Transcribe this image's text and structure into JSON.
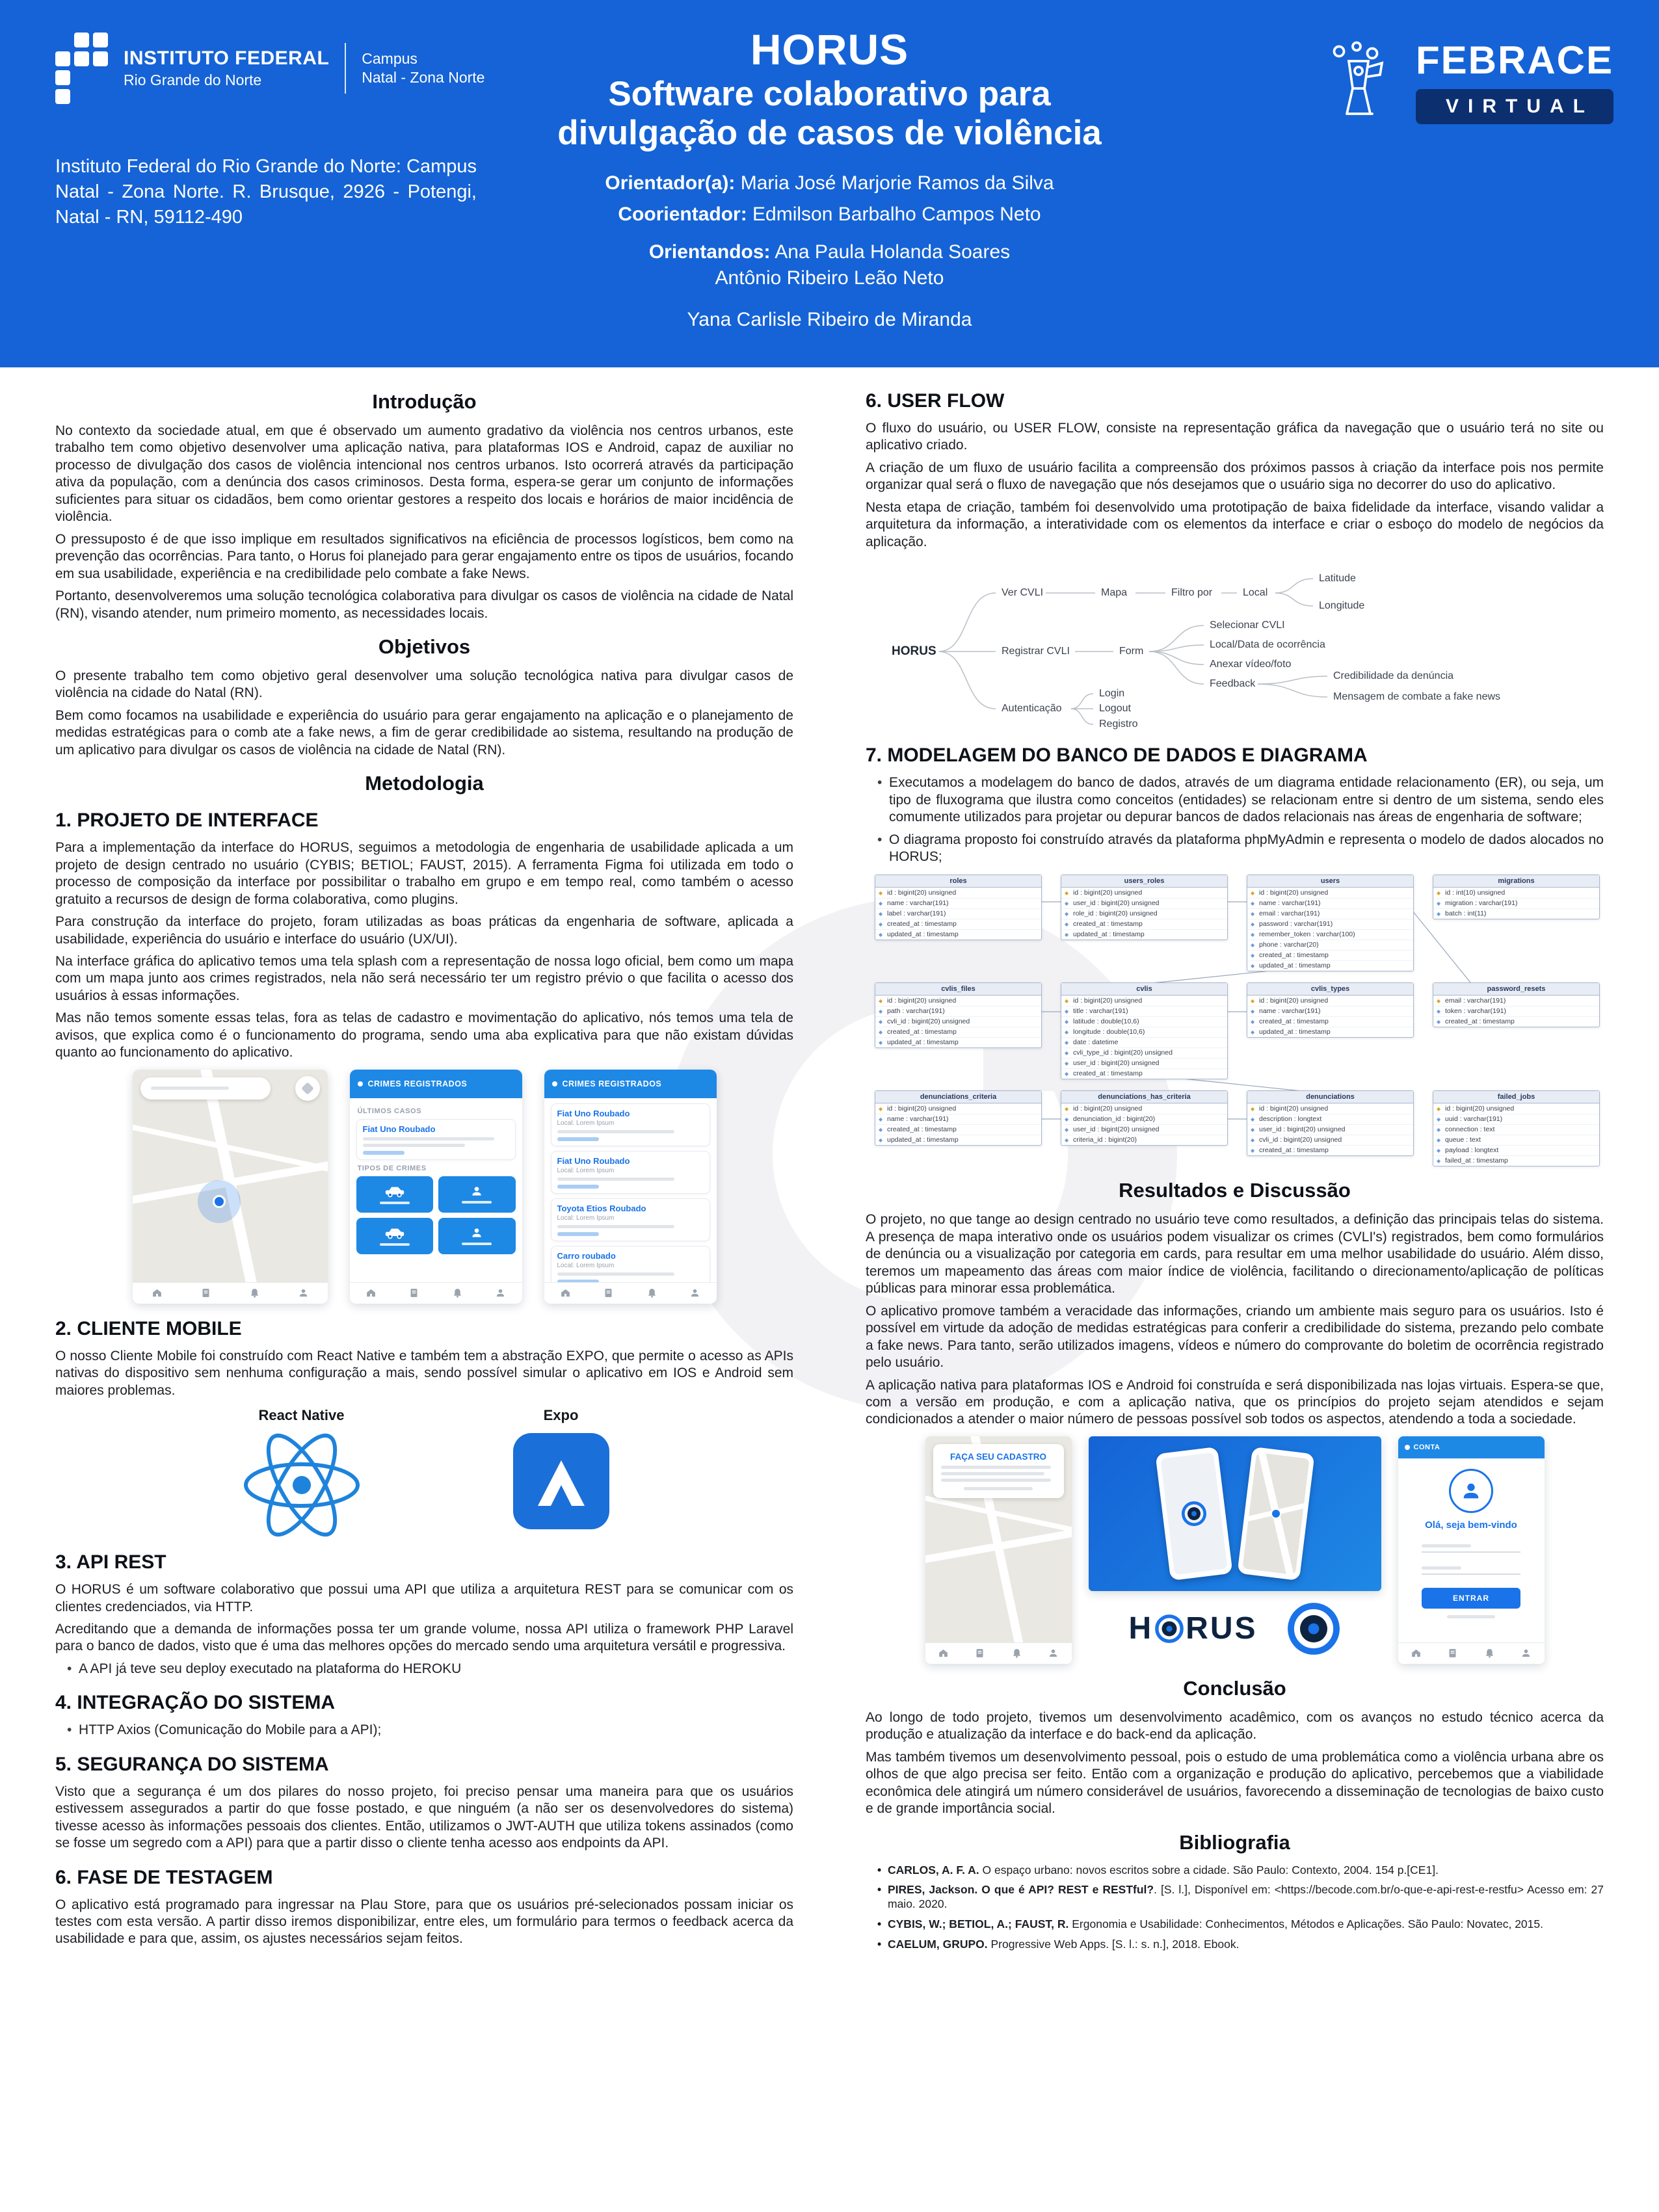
{
  "colors": {
    "header_blue": "#1563d6",
    "accent_blue": "#1a73e8",
    "panel_blue": "#1e88e5",
    "navy_box": "#0c2f70",
    "brand_dark": "#0e2340"
  },
  "header": {
    "logo": {
      "line1": "INSTITUTO FEDERAL",
      "line2": "Rio Grande do Norte",
      "campus_line1": "Campus",
      "campus_line2": "Natal - Zona Norte"
    },
    "address": "Instituto Federal do Rio Grande do Norte: Campus Natal - Zona Norte. R. Brusque, 2926 - Potengi, Natal - RN, 59112-490",
    "title": "HORUS",
    "subtitle_line1": "Software colaborativo para",
    "subtitle_line2": "divulgação de casos de violência",
    "advisor_label": "Orientador(a):",
    "advisor": "Maria José Marjorie Ramos da Silva",
    "coadvisor_label": "Coorientador:",
    "coadvisor": "Edmilson Barbalho Campos Neto",
    "students_label": "Orientandos:",
    "students": [
      "Ana Paula Holanda Soares",
      "Antônio Ribeiro Leão Neto",
      "Yana Carlisle Ribeiro de Miranda"
    ],
    "febrace": {
      "name": "FEBRACE",
      "sub": "VIRTUAL"
    }
  },
  "left": {
    "intro": {
      "title": "Introdução",
      "paragraphs": [
        "No contexto da sociedade atual, em que é observado um aumento gradativo da violência nos centros urbanos, este trabalho tem como objetivo desenvolver uma aplicação nativa, para plataformas IOS e Android, capaz de auxiliar no processo de divulgação dos casos de violência intencional nos centros urbanos. Isto ocorrerá através da participação ativa da população, com a denúncia dos casos criminosos. Desta forma, espera-se gerar um conjunto de informações suficientes para situar os cidadãos, bem como orientar gestores a respeito dos locais e horários de maior incidência de violência.",
        "O pressuposto é de que isso implique em resultados significativos na eficiência de processos logísticos, bem como na prevenção das ocorrências. Para tanto, o Horus foi planejado para gerar engajamento entre os tipos de usuários, focando em sua usabilidade, experiência e na credibilidade pelo combate a fake News.",
        "Portanto, desenvolveremos uma solução tecnológica colaborativa para divulgar os casos de violência na cidade de Natal (RN), visando atender, num primeiro momento, as necessidades locais."
      ]
    },
    "objetivos": {
      "title": "Objetivos",
      "paragraphs": [
        "O presente trabalho tem como objetivo geral desenvolver uma solução tecnológica nativa para divulgar casos de violência na cidade do Natal (RN).",
        "Bem como focamos na usabilidade e experiência do usuário para gerar engajamento na aplicação e o planejamento de medidas estratégicas para o comb ate a fake news, a fim de gerar credibilidade ao sistema, resultando na produção de um aplicativo para divulgar os casos de violência na cidade de Natal (RN)."
      ]
    },
    "metodologia_title": "Metodologia",
    "interface": {
      "title": "1. PROJETO DE INTERFACE",
      "paragraphs": [
        "Para a implementação da interface do HORUS, seguimos a metodologia de engenharia de usabilidade aplicada a um projeto de design centrado no usuário (CYBIS; BETIOL; FAUST, 2015). A ferramenta Figma foi utilizada em todo o processo de composição da interface por possibilitar o trabalho em grupo e em tempo real, como também o acesso gratuito a recursos de design de forma colaborativa, como plugins.",
        "Para construção da interface do projeto, foram utilizadas as boas práticas da engenharia de software, aplicada a usabilidade, experiência do usuário e interface do usuário (UX/UI).",
        "Na interface gráfica do aplicativo temos uma tela splash com a representação de nossa logo oficial, bem como um mapa com um mapa junto aos crimes registrados, nela não será necessário ter um registro prévio o que facilita o acesso dos usuários à essas informações.",
        "Mas não temos somente essas telas, fora as telas de cadastro e movimentação do aplicativo, nós temos uma tela de avisos, que explica como é o funcionamento do programa, sendo uma aba explicativa para que não existam dúvidas quanto ao funcionamento do aplicativo."
      ]
    },
    "mockup": {
      "panel_header": "CRIMES REGISTRADOS",
      "last_cases_label": "ÚLTIMOS CASOS",
      "types_label": "TIPOS DE CRIMES",
      "featured_card_title": "Fiat Uno Roubado",
      "cards": [
        {
          "title": "Fiat Uno Roubado",
          "local": "Local: Lorem Ipsum"
        },
        {
          "title": "Fiat Uno Roubado",
          "local": "Local: Lorem Ipsum"
        },
        {
          "title": "Toyota Etios Roubado",
          "local": "Local: Lorem Ipsum"
        },
        {
          "title": "Carro roubado",
          "local": "Local: Lorem Ipsum"
        }
      ],
      "nav_icons": [
        "home-icon",
        "document-icon",
        "bell-icon",
        "user-icon"
      ],
      "type_tile_icons": [
        "car-icon",
        "person-icon",
        "car-icon",
        "person-icon"
      ]
    },
    "mobile": {
      "title": "2. CLIENTE MOBILE",
      "paragraphs": [
        "O nosso Cliente Mobile foi construído com React Native e também tem a abstração EXPO, que permite o acesso as APIs nativas do dispositivo sem nenhuma configuração a mais, sendo possível simular o aplicativo em IOS e Android sem maiores problemas."
      ],
      "react_label": "React Native",
      "expo_label": "Expo"
    },
    "api": {
      "title": "3. API REST",
      "paragraphs": [
        "O HORUS é um software colaborativo que possui uma API  que utiliza a arquitetura REST para se comunicar com os clientes credenciados, via HTTP.",
        "Acreditando que a demanda de informações possa ter um grande volume, nossa API utiliza o framework PHP Laravel para o banco de dados, visto que é uma das melhores opções do mercado sendo uma arquitetura versátil e progressiva."
      ],
      "bullets": [
        "A API já teve seu deploy executado na plataforma do HEROKU"
      ]
    },
    "integracao": {
      "title": "4. INTEGRAÇÃO DO SISTEMA",
      "bullets": [
        "HTTP Axios (Comunicação do Mobile para a API);"
      ]
    },
    "seguranca": {
      "title": "5. SEGURANÇA DO SISTEMA",
      "paragraphs": [
        "Visto que a segurança é um dos pilares do nosso projeto, foi preciso pensar uma maneira para que os usuários estivessem assegurados a partir do que fosse postado, e que ninguém (a não ser os desenvolvedores do sistema) tivesse acesso às informações pessoais dos clientes. Então, utilizamos o JWT-AUTH que utiliza tokens assinados (como se fosse um segredo com a API) para que a partir disso o cliente tenha acesso aos endpoints da API."
      ]
    },
    "testagem": {
      "title": "6. FASE DE TESTAGEM",
      "paragraphs": [
        "O aplicativo está programado para ingressar na Plau Store, para que os usuários pré-selecionados possam iniciar os testes com esta versão. A partir disso iremos disponibilizar, entre eles,  um formulário para termos o feedback acerca da usabilidade e para que, assim, os ajustes necessários sejam feitos."
      ]
    }
  },
  "right": {
    "userflow": {
      "title": "6. USER FLOW",
      "paragraphs": [
        "O fluxo do usuário, ou USER FLOW, consiste na representação gráfica da navegação que o usuário terá no site ou aplicativo criado.",
        "A criação de um fluxo de usuário facilita a compreensão dos próximos passos à criação da interface pois nos permite organizar qual será o fluxo de navegação que nós desejamos que o usuário siga no decorrer do uso do aplicativo.",
        "Nesta etapa de criação, também foi desenvolvido uma prototipação de baixa fidelidade da interface, visando validar a arquitetura da informação, a interatividade com os elementos da interface e criar o esboço do modelo de negócios da aplicação."
      ]
    },
    "flow": {
      "labels": {
        "root": "HORUS",
        "ver_cvli": "Ver CVLI",
        "registrar_cvli": "Registrar CVLI",
        "autenticacao": "Autenticação",
        "mapa": "Mapa",
        "filtro_por": "Filtro por",
        "local": "Local",
        "latitude": "Latitude",
        "longitude": "Longitude",
        "form": "Form",
        "selecionar_cvli": "Selecionar CVLI",
        "local_data": "Local/Data de ocorrência",
        "anexar": "Anexar vídeo/foto",
        "feedback": "Feedback",
        "credibilidade": "Credibilidade da denúncia",
        "fake_news": "Mensagem de combate a fake news",
        "login": "Login",
        "logout": "Logout",
        "registro": "Registro"
      }
    },
    "modelagem": {
      "title": "7. MODELAGEM DO BANCO DE DADOS E DIAGRAMA",
      "bullets": [
        "Executamos a modelagem do banco de dados, através de um diagrama entidade relacionamento (ER), ou seja, um tipo de fluxograma que ilustra como conceitos (entidades) se relacionam entre si dentro de um sistema, sendo eles comumente utilizados para projetar ou depurar bancos de dados relacionais nas áreas de engenharia de software;",
        "O diagrama proposto foi construído através da plataforma phpMyAdmin e representa o modelo de dados alocados no HORUS;"
      ]
    },
    "er": {
      "tables": [
        {
          "name": "roles",
          "fields": [
            "id : bigint(20) unsigned",
            "name : varchar(191)",
            "label : varchar(191)",
            "created_at : timestamp",
            "updated_at : timestamp"
          ]
        },
        {
          "name": "users_roles",
          "fields": [
            "id : bigint(20) unsigned",
            "user_id : bigint(20) unsigned",
            "role_id : bigint(20) unsigned",
            "created_at : timestamp",
            "updated_at : timestamp"
          ]
        },
        {
          "name": "users",
          "fields": [
            "id : bigint(20) unsigned",
            "name : varchar(191)",
            "email : varchar(191)",
            "password : varchar(191)",
            "remember_token : varchar(100)",
            "phone : varchar(20)",
            "created_at : timestamp",
            "updated_at : timestamp"
          ]
        },
        {
          "name": "migrations",
          "fields": [
            "id : int(10) unsigned",
            "migration : varchar(191)",
            "batch : int(11)"
          ]
        },
        {
          "name": "cvlis_files",
          "fields": [
            "id : bigint(20) unsigned",
            "path : varchar(191)",
            "cvli_id : bigint(20) unsigned",
            "created_at : timestamp",
            "updated_at : timestamp"
          ]
        },
        {
          "name": "cvlis",
          "fields": [
            "id : bigint(20) unsigned",
            "title : varchar(191)",
            "latitude : double(10,6)",
            "longitude : double(10,6)",
            "date : datetime",
            "cvli_type_id : bigint(20) unsigned",
            "user_id : bigint(20) unsigned",
            "created_at : timestamp"
          ]
        },
        {
          "name": "cvlis_types",
          "fields": [
            "id : bigint(20) unsigned",
            "name : varchar(191)",
            "created_at : timestamp",
            "updated_at : timestamp"
          ]
        },
        {
          "name": "password_resets",
          "fields": [
            "email : varchar(191)",
            "token : varchar(191)",
            "created_at : timestamp"
          ]
        },
        {
          "name": "denunciations_criteria",
          "fields": [
            "id : bigint(20) unsigned",
            "name : varchar(191)",
            "created_at : timestamp",
            "updated_at : timestamp"
          ]
        },
        {
          "name": "denunciations_has_criteria",
          "fields": [
            "id : bigint(20) unsigned",
            "denunciation_id : bigint(20)",
            "user_id : bigint(20) unsigned",
            "criteria_id : bigint(20)"
          ]
        },
        {
          "name": "denunciations",
          "fields": [
            "id : bigint(20) unsigned",
            "description : longtext",
            "user_id : bigint(20) unsigned",
            "cvli_id : bigint(20) unsigned",
            "created_at : timestamp"
          ]
        },
        {
          "name": "failed_jobs",
          "fields": [
            "id : bigint(20) unsigned",
            "uuid : varchar(191)",
            "connection : text",
            "queue : text",
            "payload : longtext",
            "failed_at : timestamp"
          ]
        }
      ]
    },
    "resultados": {
      "title": "Resultados e Discussão",
      "paragraphs": [
        "O projeto, no que tange ao design centrado no usuário teve como resultados, a definição das principais telas do sistema. A presença de mapa interativo onde os usuários podem visualizar os crimes (CVLI's) registrados, bem como formulários de denúncia ou a visualização por categoria em cards, para resultar em uma melhor usabilidade do usuário. Além disso, teremos um mapeamento das áreas com maior índice de violência, facilitando o direcionamento/aplicação de políticas públicas para minorar essa problemática.",
        "O aplicativo promove também a veracidade das informações, criando um ambiente mais seguro para os usuários. Isto é possível em virtude da adoção de medidas estratégicas para conferir a credibilidade do sistema, prezando pelo combate a fake news. Para tanto, serão utilizados imagens, vídeos e número do comprovante do boletim de ocorrência registrado pelo usuário.",
        "A aplicação nativa para plataformas IOS e Android foi construída e será disponibilizada nas lojas virtuais. Espera-se que, com a versão em produção, e com a aplicação nativa, que os princípios do projeto sejam atendidos e sejam condicionados a atender o maior número de pessoas possível sob todos os aspectos, atendendo a toda a sociedade."
      ]
    },
    "screens": {
      "cadastro_title": "FAÇA SEU CADASTRO",
      "conta_header": "CONTA",
      "welcome": "Olá, seja bem-vindo",
      "entrar": "ENTRAR",
      "horus_wordmark_left": "H",
      "horus_wordmark_right": "RUS"
    },
    "conclusao": {
      "title": "Conclusão",
      "paragraphs": [
        "Ao longo de todo projeto, tivemos um desenvolvimento acadêmico, com os avanços no estudo técnico acerca da produção e atualização da interface e do back-end da aplicação.",
        "Mas também tivemos um desenvolvimento pessoal, pois o estudo de uma problemática como a violência urbana abre os olhos de que algo precisa ser feito. Então com a organização e produção do aplicativo, percebemos que a viabilidade econômica dele atingirá um número considerável de usuários, favorecendo a disseminação de tecnologias de baixo custo e de grande importância social."
      ]
    },
    "bibliografia": {
      "title": "Bibliografia",
      "items": [
        {
          "lead": "CARLOS, A. F. A.",
          "rest": " O espaço urbano: novos escritos sobre a cidade. São Paulo: Contexto, 2004. 154 p.[CE1]."
        },
        {
          "lead": "PIRES, Jackson. O que é API? REST e RESTful?",
          "rest": ". [S. l.], Disponível em: <https://becode.com.br/o-que-e-api-rest-e-restfu> Acesso em: 27 maio. 2020."
        },
        {
          "lead": "CYBIS, W.; BETIOL, A.; FAUST, R.",
          "rest": " Ergonomia e Usabilidade: Conhecimentos, Métodos e Aplicações. São Paulo: Novatec, 2015."
        },
        {
          "lead": "CAELUM, GRUPO.",
          "rest": " Progressive Web Apps. [S. l.: s. n.], 2018. Ebook."
        }
      ]
    }
  }
}
